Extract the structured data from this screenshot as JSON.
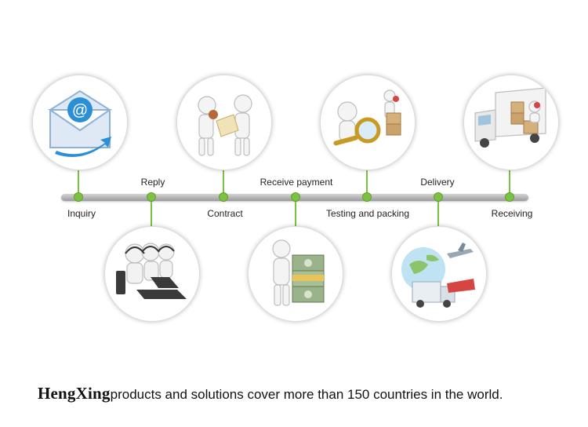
{
  "steps": [
    {
      "label": "Inquiry",
      "icon": "email-icon"
    },
    {
      "label": "Reply",
      "icon": "call-center-icon"
    },
    {
      "label": "Contract",
      "icon": "handshake-contract-icon"
    },
    {
      "label": "Receive payment",
      "icon": "money-stack-icon"
    },
    {
      "label": "Testing and packing",
      "icon": "magnifier-inspection-icon"
    },
    {
      "label": "Delivery",
      "icon": "globe-transport-icon"
    },
    {
      "label": "Receiving",
      "icon": "delivery-truck-icon"
    }
  ],
  "footer": {
    "brand": "HengXing",
    "text": "products and solutions cover more than 150 countries in the world."
  },
  "colors": {
    "accent": "#7cc242",
    "timeline": "#b0b0b0",
    "text": "#222222"
  }
}
